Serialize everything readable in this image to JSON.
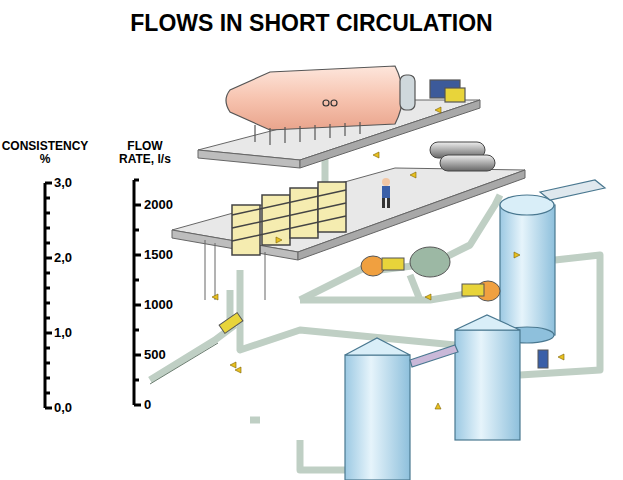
{
  "diagram": {
    "title": "FLOWS IN SHORT CIRCULATION",
    "labels": [
      "CONSISTENCY %",
      "FLOW RATE, l/s",
      "3,0",
      "2,0",
      "1,0",
      "0,0",
      "2000",
      "1500",
      "1000",
      "500",
      "0"
    ]
  }
}
